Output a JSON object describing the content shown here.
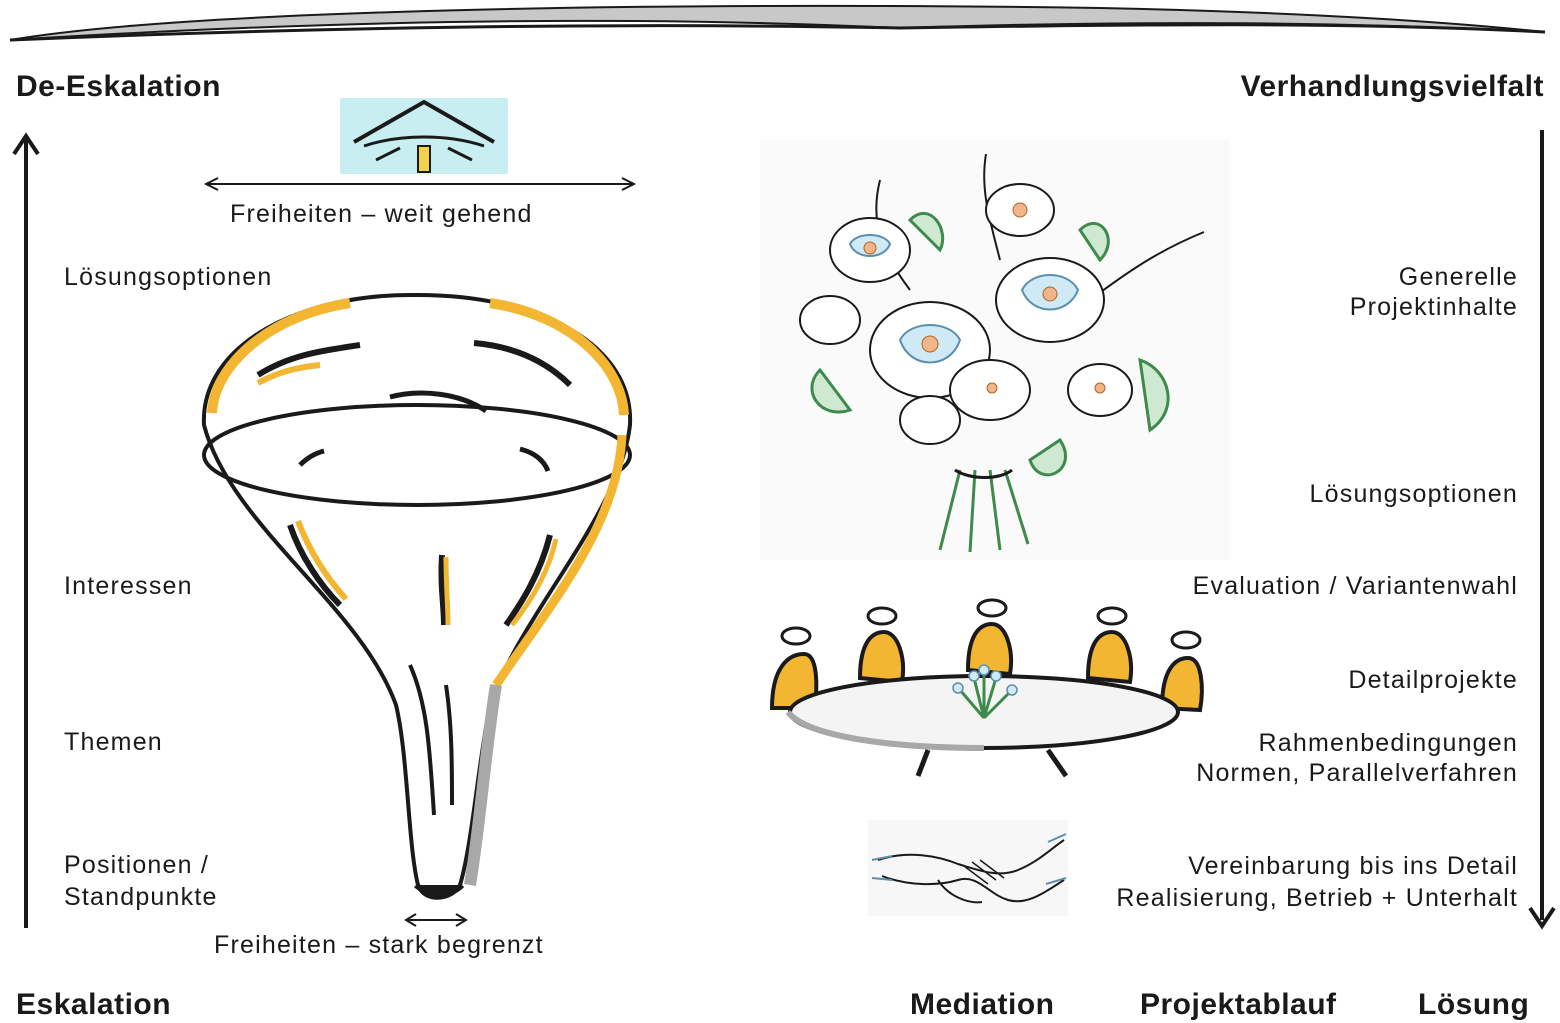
{
  "top_left_heading": "De-Eskalation",
  "top_right_heading": "Verhandlungsvielfalt",
  "bottom_left_heading": "Eskalation",
  "bottom_right_headings": [
    "Mediation",
    "Projektablauf",
    "Lösung"
  ],
  "funnel": {
    "top_freedom": "Freiheiten – weit gehend",
    "bottom_freedom": "Freiheiten – stark begrenzt",
    "levels": [
      "Lösungsoptionen",
      "Interessen",
      "Themen",
      "Positionen /",
      "Standpunkte"
    ]
  },
  "process": {
    "steps": [
      "Generelle",
      "Projektinhalte",
      "Lösungsoptionen",
      "Evaluation / Variantenwahl",
      "Detailprojekte",
      "Rahmenbedingungen",
      "Normen, Parallelverfahren",
      "Vereinbarung bis ins Detail",
      "Realisierung, Betrieb + Unterhalt"
    ]
  },
  "colors": {
    "accent": "#f2b632",
    "ink": "#1a1a1a",
    "grey": "#a8a8a8",
    "green": "#3d8a4a",
    "sky": "#c9eef2"
  }
}
